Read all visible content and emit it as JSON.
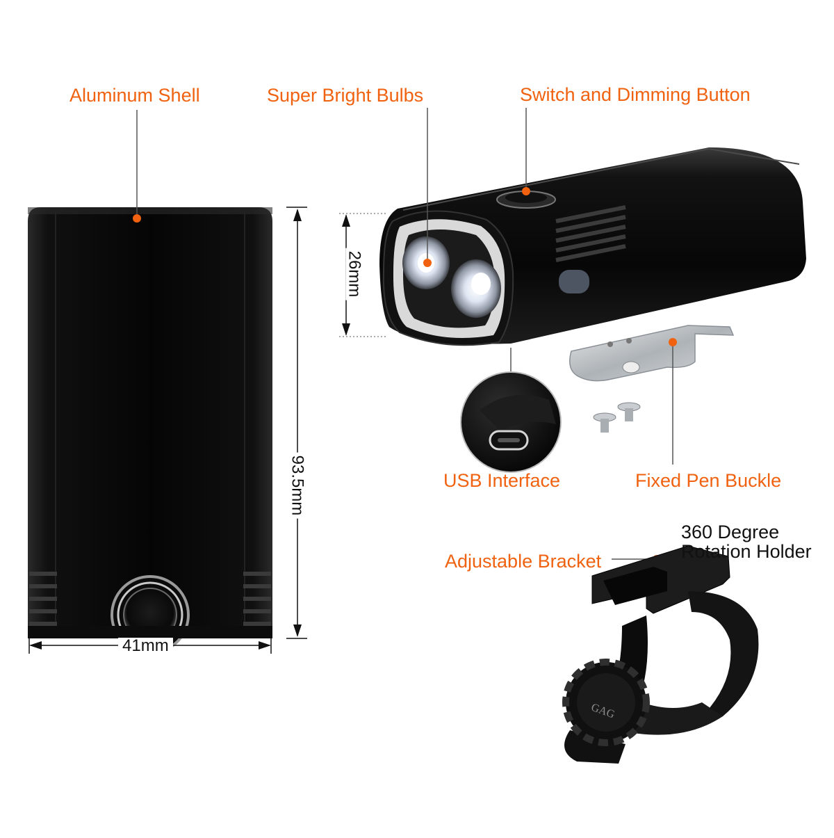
{
  "colors": {
    "callout": "#f0620f",
    "body": "#0c0c0c",
    "metal": "#bfc3c6",
    "lens_glow": "#eef3ff"
  },
  "callouts": {
    "aluminum_shell": "Aluminum Shell",
    "super_bright_bulbs": "Super Bright Bulbs",
    "switch_button": "Switch and Dimming Button",
    "usb_interface": "USB Interface",
    "fixed_pen_buckle": "Fixed Pen Buckle",
    "adjustable_bracket": "Adjustable Bracket"
  },
  "rotation_holder": {
    "line1": "360 Degree",
    "line2": "Rotation Holder"
  },
  "dimensions": {
    "width": "41mm",
    "height": "93.5mm",
    "lens_height": "26mm"
  },
  "bracket_knob_text": "GAG"
}
